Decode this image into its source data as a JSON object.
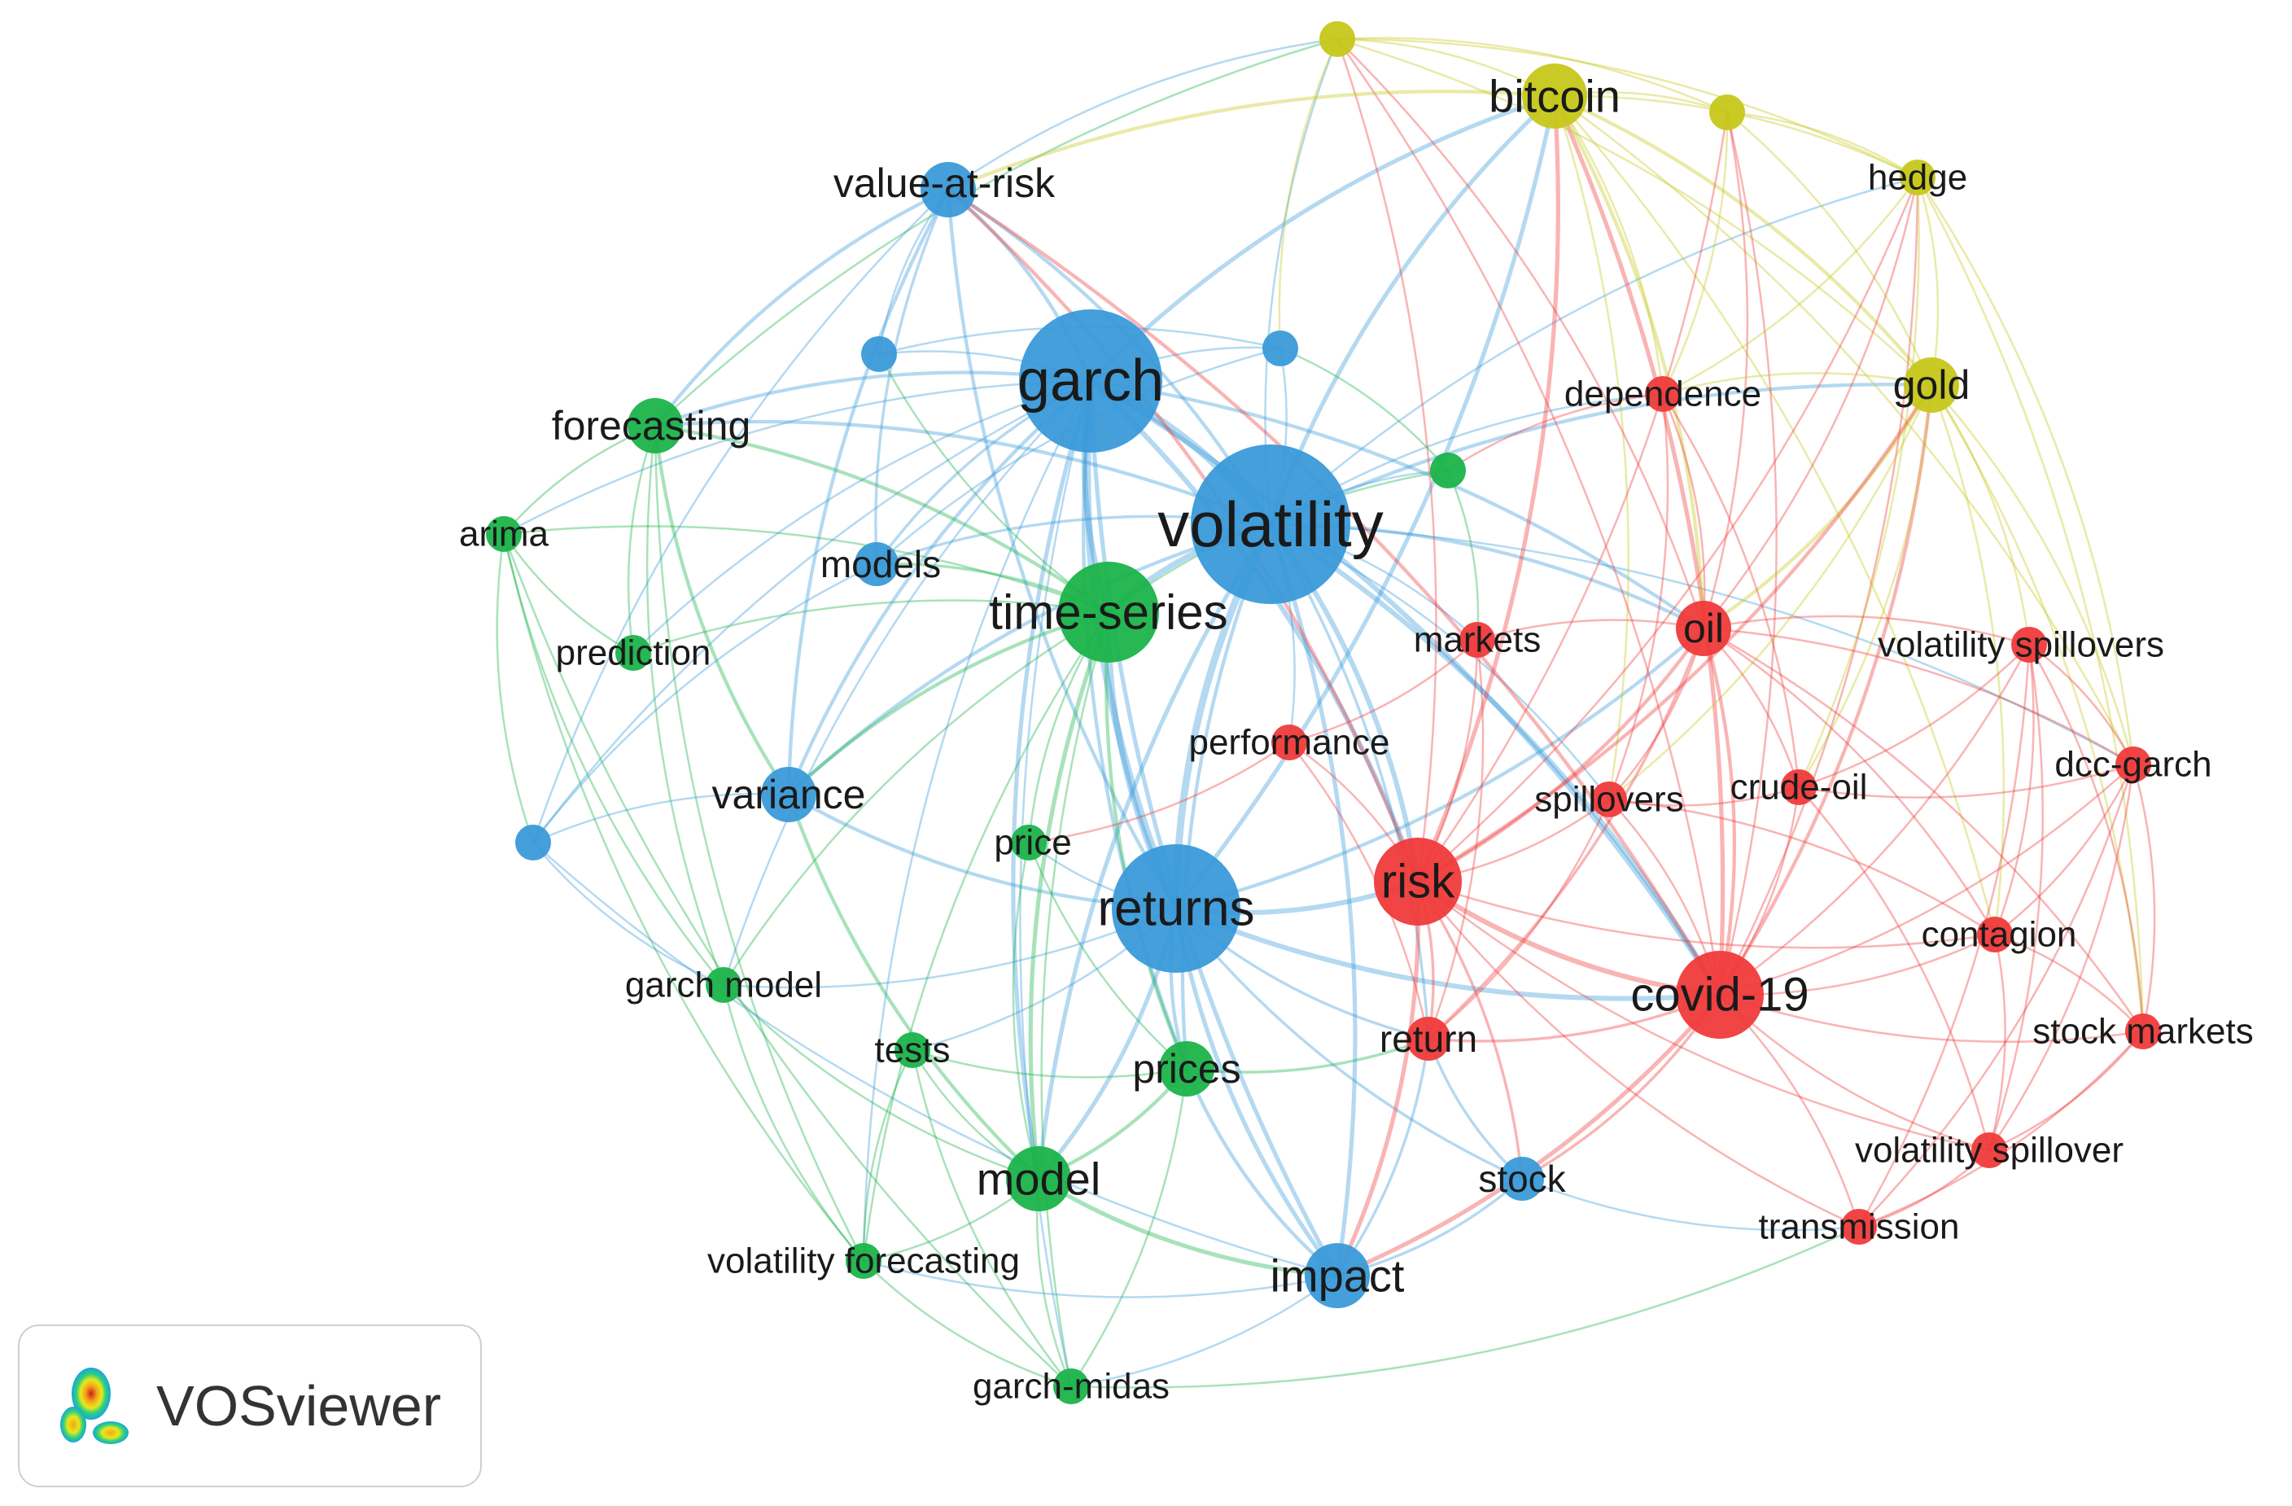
{
  "brand": {
    "name": "VOSviewer"
  },
  "colors": {
    "blue": "#3a9ad9",
    "green": "#1bb34a",
    "yellow": "#c6c71a",
    "red": "#f03a3a",
    "label": "#1a1a1a"
  },
  "nodes": [
    {
      "id": "n1",
      "label": "",
      "cluster": "yellow",
      "weight": 1
    },
    {
      "id": "n2",
      "label": "bitcoin",
      "cluster": "yellow",
      "weight": 4
    },
    {
      "id": "n3",
      "label": "",
      "cluster": "yellow",
      "weight": 1
    },
    {
      "id": "n4",
      "label": "hedge",
      "cluster": "yellow",
      "weight": 1
    },
    {
      "id": "n5",
      "label": "gold",
      "cluster": "yellow",
      "weight": 3
    },
    {
      "id": "n6",
      "label": "value-at-risk",
      "cluster": "blue",
      "weight": 3
    },
    {
      "id": "n7",
      "label": "",
      "cluster": "blue",
      "weight": 1
    },
    {
      "id": "n8",
      "label": "garch",
      "cluster": "blue",
      "weight": 9
    },
    {
      "id": "n9",
      "label": "",
      "cluster": "blue",
      "weight": 1
    },
    {
      "id": "n10",
      "label": "volatility",
      "cluster": "blue",
      "weight": 10
    },
    {
      "id": "n11",
      "label": "",
      "cluster": "green",
      "weight": 1
    },
    {
      "id": "n12",
      "label": "forecasting",
      "cluster": "green",
      "weight": 3
    },
    {
      "id": "n13",
      "label": "arima",
      "cluster": "green",
      "weight": 1
    },
    {
      "id": "n14",
      "label": "models",
      "cluster": "blue",
      "weight": 2
    },
    {
      "id": "n15",
      "label": "time-series",
      "cluster": "green",
      "weight": 6
    },
    {
      "id": "n16",
      "label": "prediction",
      "cluster": "green",
      "weight": 1
    },
    {
      "id": "n17",
      "label": "dependence",
      "cluster": "red",
      "weight": 1
    },
    {
      "id": "n18",
      "label": "markets",
      "cluster": "red",
      "weight": 1
    },
    {
      "id": "n19",
      "label": "oil",
      "cluster": "red",
      "weight": 3
    },
    {
      "id": "n20",
      "label": "volatility spillovers",
      "cluster": "red",
      "weight": 1
    },
    {
      "id": "n21",
      "label": "performance",
      "cluster": "red",
      "weight": 1
    },
    {
      "id": "n22",
      "label": "dcc-garch",
      "cluster": "red",
      "weight": 1
    },
    {
      "id": "n23",
      "label": "variance",
      "cluster": "blue",
      "weight": 3
    },
    {
      "id": "n24",
      "label": "spillovers",
      "cluster": "red",
      "weight": 1
    },
    {
      "id": "n25",
      "label": "crude-oil",
      "cluster": "red",
      "weight": 1
    },
    {
      "id": "n26",
      "label": "",
      "cluster": "blue",
      "weight": 1
    },
    {
      "id": "n27",
      "label": "price",
      "cluster": "green",
      "weight": 1
    },
    {
      "id": "n28",
      "label": "returns",
      "cluster": "blue",
      "weight": 8
    },
    {
      "id": "n29",
      "label": "risk",
      "cluster": "red",
      "weight": 5
    },
    {
      "id": "n30",
      "label": "contagion",
      "cluster": "red",
      "weight": 1
    },
    {
      "id": "n31",
      "label": "covid-19",
      "cluster": "red",
      "weight": 5
    },
    {
      "id": "n32",
      "label": "garch model",
      "cluster": "green",
      "weight": 1
    },
    {
      "id": "n33",
      "label": "stock markets",
      "cluster": "red",
      "weight": 1
    },
    {
      "id": "n34",
      "label": "tests",
      "cluster": "green",
      "weight": 1
    },
    {
      "id": "n35",
      "label": "prices",
      "cluster": "green",
      "weight": 3
    },
    {
      "id": "n36",
      "label": "return",
      "cluster": "red",
      "weight": 2
    },
    {
      "id": "n37",
      "label": "volatility spillover",
      "cluster": "red",
      "weight": 1
    },
    {
      "id": "n38",
      "label": "model",
      "cluster": "green",
      "weight": 4
    },
    {
      "id": "n39",
      "label": "stock",
      "cluster": "blue",
      "weight": 2
    },
    {
      "id": "n40",
      "label": "transmission",
      "cluster": "red",
      "weight": 1
    },
    {
      "id": "n41",
      "label": "volatility forecasting",
      "cluster": "green",
      "weight": 1
    },
    {
      "id": "n42",
      "label": "impact",
      "cluster": "blue",
      "weight": 4
    },
    {
      "id": "n43",
      "label": "garch-midas",
      "cluster": "green",
      "weight": 1
    }
  ],
  "links": [
    [
      "n10",
      "n8"
    ],
    [
      "n10",
      "n28"
    ],
    [
      "n10",
      "n15"
    ],
    [
      "n10",
      "n29"
    ],
    [
      "n10",
      "n31"
    ],
    [
      "n10",
      "n19"
    ],
    [
      "n10",
      "n2"
    ],
    [
      "n10",
      "n5"
    ],
    [
      "n10",
      "n6"
    ],
    [
      "n10",
      "n42"
    ],
    [
      "n10",
      "n38"
    ],
    [
      "n10",
      "n23"
    ],
    [
      "n10",
      "n12"
    ],
    [
      "n10",
      "n17"
    ],
    [
      "n10",
      "n18"
    ],
    [
      "n10",
      "n35"
    ],
    [
      "n10",
      "n36"
    ],
    [
      "n10",
      "n24"
    ],
    [
      "n10",
      "n22"
    ],
    [
      "n10",
      "n1"
    ],
    [
      "n10",
      "n4"
    ],
    [
      "n10",
      "n9"
    ],
    [
      "n10",
      "n11"
    ],
    [
      "n10",
      "n14"
    ],
    [
      "n10",
      "n21"
    ],
    [
      "n8",
      "n28"
    ],
    [
      "n8",
      "n15"
    ],
    [
      "n8",
      "n6"
    ],
    [
      "n8",
      "n23"
    ],
    [
      "n8",
      "n12"
    ],
    [
      "n8",
      "n14"
    ],
    [
      "n8",
      "n7"
    ],
    [
      "n8",
      "n9"
    ],
    [
      "n8",
      "n13"
    ],
    [
      "n8",
      "n16"
    ],
    [
      "n8",
      "n26"
    ],
    [
      "n8",
      "n32"
    ],
    [
      "n8",
      "n41"
    ],
    [
      "n8",
      "n43"
    ],
    [
      "n8",
      "n42"
    ],
    [
      "n8",
      "n38"
    ],
    [
      "n8",
      "n29"
    ],
    [
      "n8",
      "n31"
    ],
    [
      "n8",
      "n2"
    ],
    [
      "n8",
      "n19"
    ],
    [
      "n8",
      "n35"
    ],
    [
      "n28",
      "n15"
    ],
    [
      "n28",
      "n29"
    ],
    [
      "n28",
      "n38"
    ],
    [
      "n28",
      "n35"
    ],
    [
      "n28",
      "n23"
    ],
    [
      "n28",
      "n42"
    ],
    [
      "n28",
      "n36"
    ],
    [
      "n28",
      "n31"
    ],
    [
      "n28",
      "n19"
    ],
    [
      "n28",
      "n27"
    ],
    [
      "n28",
      "n34"
    ],
    [
      "n28",
      "n32"
    ],
    [
      "n28",
      "n6"
    ],
    [
      "n28",
      "n39"
    ],
    [
      "n28",
      "n2"
    ],
    [
      "n15",
      "n12"
    ],
    [
      "n15",
      "n13"
    ],
    [
      "n15",
      "n16"
    ],
    [
      "n15",
      "n23"
    ],
    [
      "n15",
      "n38"
    ],
    [
      "n15",
      "n35"
    ],
    [
      "n15",
      "n14"
    ],
    [
      "n15",
      "n7"
    ],
    [
      "n15",
      "n27"
    ],
    [
      "n15",
      "n41"
    ],
    [
      "n15",
      "n43"
    ],
    [
      "n15",
      "n32"
    ],
    [
      "n2",
      "n1"
    ],
    [
      "n2",
      "n3"
    ],
    [
      "n2",
      "n4"
    ],
    [
      "n2",
      "n5"
    ],
    [
      "n2",
      "n29"
    ],
    [
      "n2",
      "n31"
    ],
    [
      "n2",
      "n17"
    ],
    [
      "n2",
      "n24"
    ],
    [
      "n2",
      "n22"
    ],
    [
      "n2",
      "n19"
    ],
    [
      "n2",
      "n30"
    ],
    [
      "n1",
      "n3"
    ],
    [
      "n1",
      "n4"
    ],
    [
      "n1",
      "n5"
    ],
    [
      "n1",
      "n6"
    ],
    [
      "n1",
      "n12"
    ],
    [
      "n1",
      "n31"
    ],
    [
      "n1",
      "n29"
    ],
    [
      "n1",
      "n19"
    ],
    [
      "n1",
      "n9"
    ],
    [
      "n3",
      "n4"
    ],
    [
      "n3",
      "n5"
    ],
    [
      "n3",
      "n17"
    ],
    [
      "n3",
      "n29"
    ],
    [
      "n3",
      "n31"
    ],
    [
      "n3",
      "n19"
    ],
    [
      "n4",
      "n5"
    ],
    [
      "n4",
      "n31"
    ],
    [
      "n4",
      "n29"
    ],
    [
      "n4",
      "n22"
    ],
    [
      "n4",
      "n33"
    ],
    [
      "n4",
      "n17"
    ],
    [
      "n4",
      "n19"
    ],
    [
      "n4",
      "n25"
    ],
    [
      "n5",
      "n19"
    ],
    [
      "n5",
      "n31"
    ],
    [
      "n5",
      "n29"
    ],
    [
      "n5",
      "n17"
    ],
    [
      "n5",
      "n24"
    ],
    [
      "n5",
      "n22"
    ],
    [
      "n5",
      "n20"
    ],
    [
      "n5",
      "n33"
    ],
    [
      "n5",
      "n25"
    ],
    [
      "n5",
      "n30"
    ],
    [
      "n6",
      "n23"
    ],
    [
      "n6",
      "n12"
    ],
    [
      "n6",
      "n14"
    ],
    [
      "n6",
      "n7"
    ],
    [
      "n6",
      "n26"
    ],
    [
      "n6",
      "n29"
    ],
    [
      "n6",
      "n31"
    ],
    [
      "n6",
      "n2"
    ],
    [
      "n19",
      "n29"
    ],
    [
      "n19",
      "n31"
    ],
    [
      "n19",
      "n25"
    ],
    [
      "n19",
      "n24"
    ],
    [
      "n19",
      "n20"
    ],
    [
      "n19",
      "n22"
    ],
    [
      "n19",
      "n17"
    ],
    [
      "n19",
      "n18"
    ],
    [
      "n19",
      "n30"
    ],
    [
      "n19",
      "n33"
    ],
    [
      "n19",
      "n36"
    ],
    [
      "n29",
      "n31"
    ],
    [
      "n29",
      "n36"
    ],
    [
      "n29",
      "n24"
    ],
    [
      "n29",
      "n30"
    ],
    [
      "n29",
      "n18"
    ],
    [
      "n29",
      "n21"
    ],
    [
      "n29",
      "n42"
    ],
    [
      "n29",
      "n39"
    ],
    [
      "n29",
      "n40"
    ],
    [
      "n29",
      "n37"
    ],
    [
      "n31",
      "n30"
    ],
    [
      "n31",
      "n33"
    ],
    [
      "n31",
      "n37"
    ],
    [
      "n31",
      "n40"
    ],
    [
      "n31",
      "n24"
    ],
    [
      "n31",
      "n25"
    ],
    [
      "n31",
      "n22"
    ],
    [
      "n31",
      "n20"
    ],
    [
      "n31",
      "n36"
    ],
    [
      "n31",
      "n39"
    ],
    [
      "n31",
      "n42"
    ],
    [
      "n20",
      "n22"
    ],
    [
      "n20",
      "n33"
    ],
    [
      "n20",
      "n30"
    ],
    [
      "n20",
      "n37"
    ],
    [
      "n20",
      "n40"
    ],
    [
      "n20",
      "n25"
    ],
    [
      "n22",
      "n33"
    ],
    [
      "n22",
      "n30"
    ],
    [
      "n22",
      "n37"
    ],
    [
      "n22",
      "n40"
    ],
    [
      "n22",
      "n25"
    ],
    [
      "n33",
      "n37"
    ],
    [
      "n33",
      "n40"
    ],
    [
      "n33",
      "n30"
    ],
    [
      "n37",
      "n40"
    ],
    [
      "n37",
      "n30"
    ],
    [
      "n37",
      "n25"
    ],
    [
      "n38",
      "n35"
    ],
    [
      "n38",
      "n41"
    ],
    [
      "n38",
      "n43"
    ],
    [
      "n38",
      "n34"
    ],
    [
      "n38",
      "n32"
    ],
    [
      "n38",
      "n42"
    ],
    [
      "n38",
      "n27"
    ],
    [
      "n38",
      "n23"
    ],
    [
      "n35",
      "n42"
    ],
    [
      "n35",
      "n27"
    ],
    [
      "n35",
      "n34"
    ],
    [
      "n35",
      "n36"
    ],
    [
      "n35",
      "n43"
    ],
    [
      "n12",
      "n13"
    ],
    [
      "n12",
      "n16"
    ],
    [
      "n12",
      "n23"
    ],
    [
      "n12",
      "n32"
    ],
    [
      "n12",
      "n41"
    ],
    [
      "n13",
      "n16"
    ],
    [
      "n13",
      "n32"
    ],
    [
      "n13",
      "n41"
    ],
    [
      "n13",
      "n43"
    ],
    [
      "n13",
      "n26"
    ],
    [
      "n26",
      "n23"
    ],
    [
      "n26",
      "n32"
    ],
    [
      "n26",
      "n42"
    ],
    [
      "n26",
      "n14"
    ],
    [
      "n42",
      "n39"
    ],
    [
      "n42",
      "n43"
    ],
    [
      "n42",
      "n41"
    ],
    [
      "n42",
      "n36"
    ],
    [
      "n39",
      "n36"
    ],
    [
      "n39",
      "n40"
    ],
    [
      "n43",
      "n41"
    ],
    [
      "n43",
      "n34"
    ],
    [
      "n43",
      "n40"
    ],
    [
      "n41",
      "n34"
    ],
    [
      "n41",
      "n32"
    ],
    [
      "n17",
      "n24"
    ],
    [
      "n17",
      "n25"
    ],
    [
      "n17",
      "n11"
    ],
    [
      "n24",
      "n25"
    ],
    [
      "n24",
      "n30"
    ],
    [
      "n24",
      "n36"
    ],
    [
      "n11",
      "n15"
    ],
    [
      "n11",
      "n9"
    ],
    [
      "n11",
      "n18"
    ],
    [
      "n9",
      "n14"
    ],
    [
      "n9",
      "n7"
    ],
    [
      "n18",
      "n21"
    ],
    [
      "n18",
      "n36"
    ],
    [
      "n21",
      "n36"
    ],
    [
      "n21",
      "n27"
    ]
  ]
}
